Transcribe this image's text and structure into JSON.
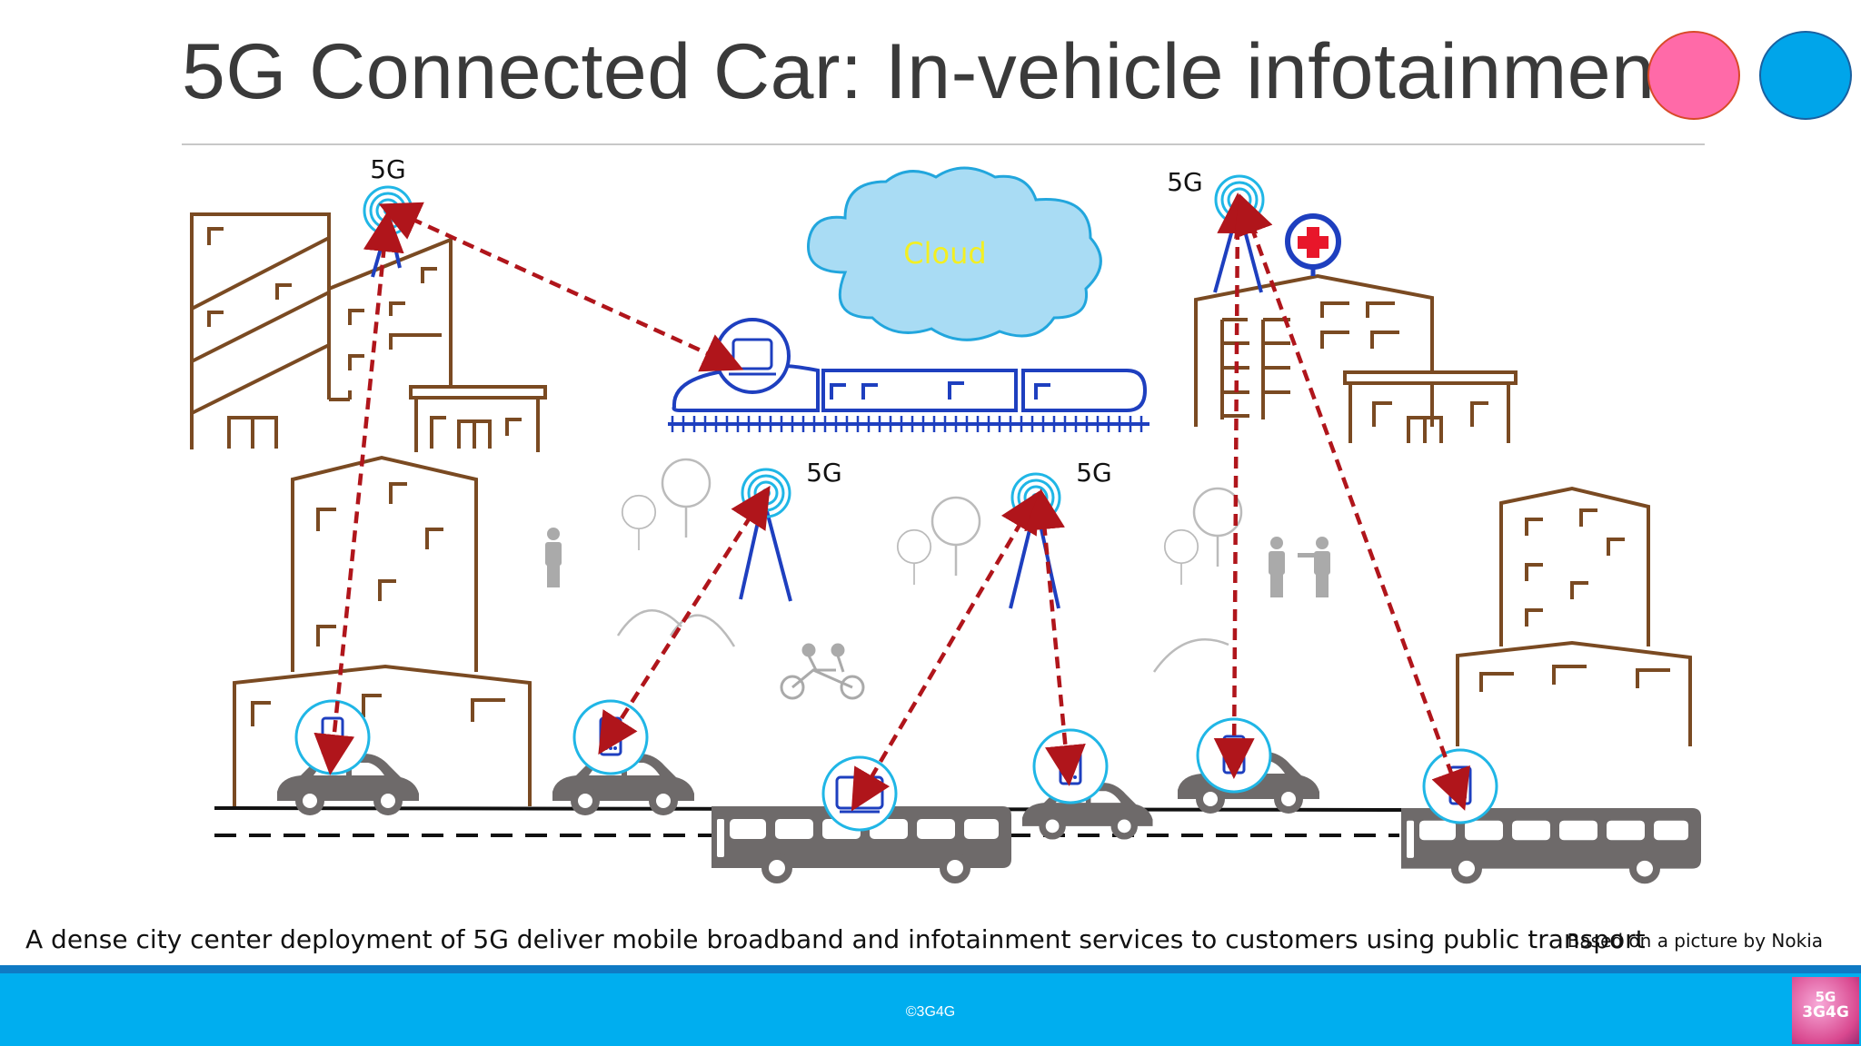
{
  "slide": {
    "title": "5G Connected Car: In-vehicle infotainment",
    "caption": "A dense city center deployment of 5G deliver mobile broadband and infotainment services to customers using public transport",
    "credit": "Based on a picture by Nokia",
    "copyright": "©3G4G",
    "logo_top": "5G",
    "logo_bottom": "3G4G"
  },
  "diagram": {
    "cloud_label": "Cloud",
    "tower_label": "5G"
  },
  "colors": {
    "building": "#7a4a22",
    "antenna": "#1e3fbf",
    "signal": "#20b6e6",
    "link": "#b0151b",
    "vehicle": "#6e6a6a",
    "cloud": "#a9dcf4",
    "footer": "#00aeef"
  }
}
